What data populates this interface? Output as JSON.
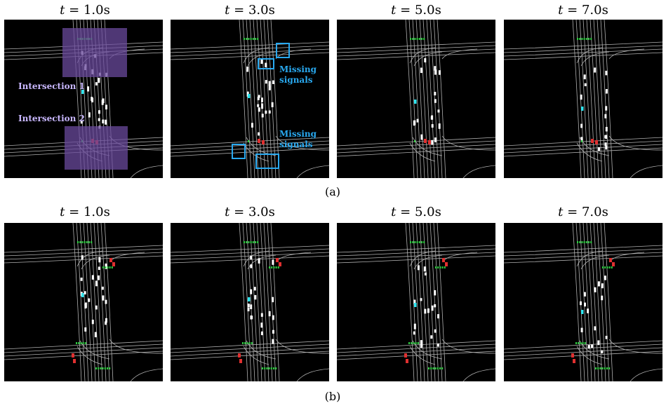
{
  "rows": [
    {
      "caption": "(a)",
      "panels": [
        {
          "time_var": "t",
          "time_value": "= 1.0s"
        },
        {
          "time_var": "t",
          "time_value": "= 3.0s"
        },
        {
          "time_var": "t",
          "time_value": "= 5.0s"
        },
        {
          "time_var": "t",
          "time_value": "= 7.0s"
        }
      ]
    },
    {
      "caption": "(b)",
      "panels": [
        {
          "time_var": "t",
          "time_value": "= 1.0s"
        },
        {
          "time_var": "t",
          "time_value": "= 3.0s"
        },
        {
          "time_var": "t",
          "time_value": "= 5.0s"
        },
        {
          "time_var": "t",
          "time_value": "= 7.0s"
        }
      ]
    }
  ],
  "annotations": {
    "intersection_1": "Intersection 1",
    "intersection_2": "Intersection 2",
    "missing_signals_1_line1": "Missing",
    "missing_signals_1_line2": "signals",
    "missing_signals_2_line1": "Missing",
    "missing_signals_2_line2": "signals"
  },
  "colors": {
    "background": "#000000",
    "lane_lines": "#d0d0d0",
    "vehicle": "#ffffff",
    "ego_vehicle": "#2ee6f0",
    "signal_green": "#2ecc40",
    "signal_red": "#e03030",
    "highlight_region": "#6a4a9c",
    "missing_box": "#29a9f0",
    "region_label": "#c9b8ff"
  }
}
